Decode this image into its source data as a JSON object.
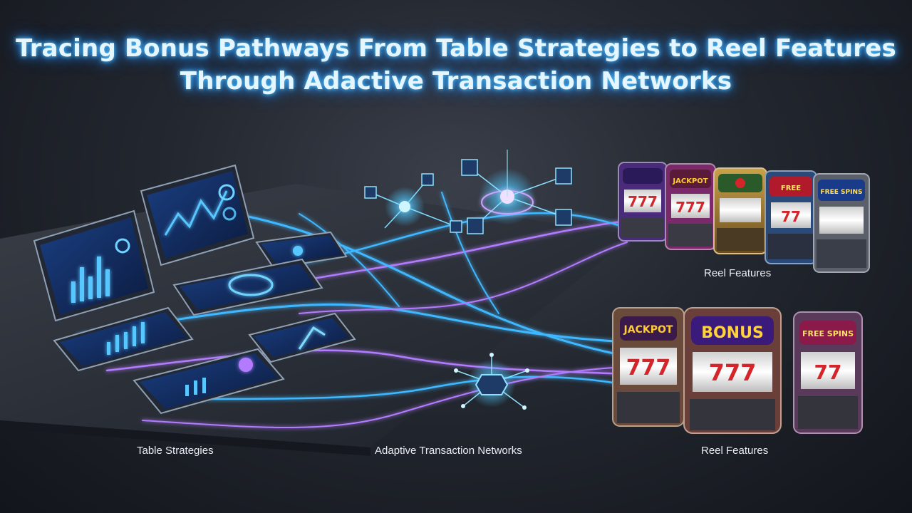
{
  "title": {
    "line1": "Tracing Bonus Pathways From Table Strategies to Reel Features",
    "line2": "Through Adactive Transaction Networks"
  },
  "labels": {
    "table_strategies": "Table Strategies",
    "network": "Adaptive Transaction Networks",
    "reel_features_top": "Reel Features",
    "reel_features_bottom": "Reel Features"
  },
  "slot_machines": {
    "top_row": [
      {
        "marquee": "",
        "reels": "777",
        "cabinet_color": "#4a2a7a"
      },
      {
        "marquee": "JACKPOT",
        "reels": "777",
        "cabinet_color": "#7a2a6a"
      },
      {
        "marquee": "",
        "reels": "",
        "cabinet_color": "#8a6a2a"
      },
      {
        "marquee": "FREE",
        "reels": "77",
        "cabinet_color": "#2a4a7a"
      },
      {
        "marquee": "FREE SPINS",
        "reels": "",
        "cabinet_color": "#5a5f6a"
      }
    ],
    "bottom_row": [
      {
        "marquee": "JACKPOT",
        "reels": "777",
        "cabinet_color": "#6a4a3a"
      },
      {
        "marquee": "BONUS",
        "reels": "777",
        "cabinet_color": "#6a3f3a"
      },
      {
        "marquee": "FREE SPINS",
        "reels": "77",
        "cabinet_color": "#5a3a5a"
      }
    ]
  },
  "colors": {
    "glow_blue": "#3fb8ff",
    "glow_purple": "#b37cff",
    "background": "#23272f"
  }
}
